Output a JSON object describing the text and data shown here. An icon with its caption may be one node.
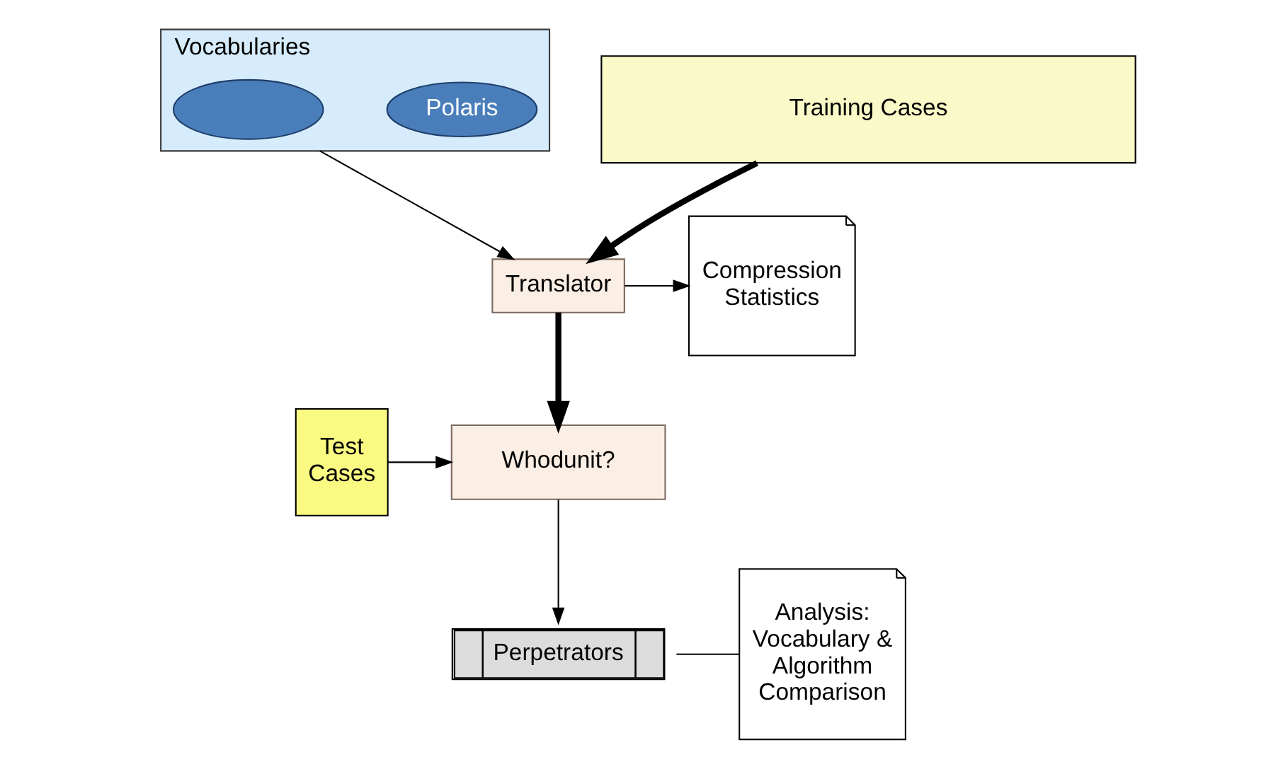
{
  "diagram": {
    "nodes": [
      {
        "text": [
          "Vocabularies"
        ]
      },
      {
        "text": [
          "Polaris"
        ],
        "in": 0
      },
      {
        "text": [],
        "shape": "ellipse",
        "in": 0
      },
      {
        "text": [
          "Training Cases"
        ]
      },
      {
        "text": [
          "Translator"
        ]
      },
      {
        "text": [
          "Compression Statistics"
        ]
      },
      {
        "text": [
          "Test Cases"
        ]
      },
      {
        "text": [
          "Whodunit?"
        ]
      },
      {
        "text": [
          "Perpetrators"
        ]
      },
      {
        "text": [
          "Analysis: Vocabulary & Algorithm Comparison"
        ]
      }
    ],
    "edges": [
      {
        "from": 0,
        "to": 4,
        "arrow": "to"
      },
      {
        "from": 3,
        "to": 4,
        "arrow": "to",
        "style": "thick"
      },
      {
        "from": 4,
        "to": 5,
        "arrow": "to"
      },
      {
        "from": 4,
        "to": 7,
        "arrow": "to",
        "style": "thick"
      },
      {
        "from": 6,
        "to": 7,
        "arrow": "to"
      },
      {
        "from": 7,
        "to": 8,
        "arrow": "to"
      },
      {
        "from": 8,
        "to": 9,
        "arrow": "none"
      }
    ]
  }
}
